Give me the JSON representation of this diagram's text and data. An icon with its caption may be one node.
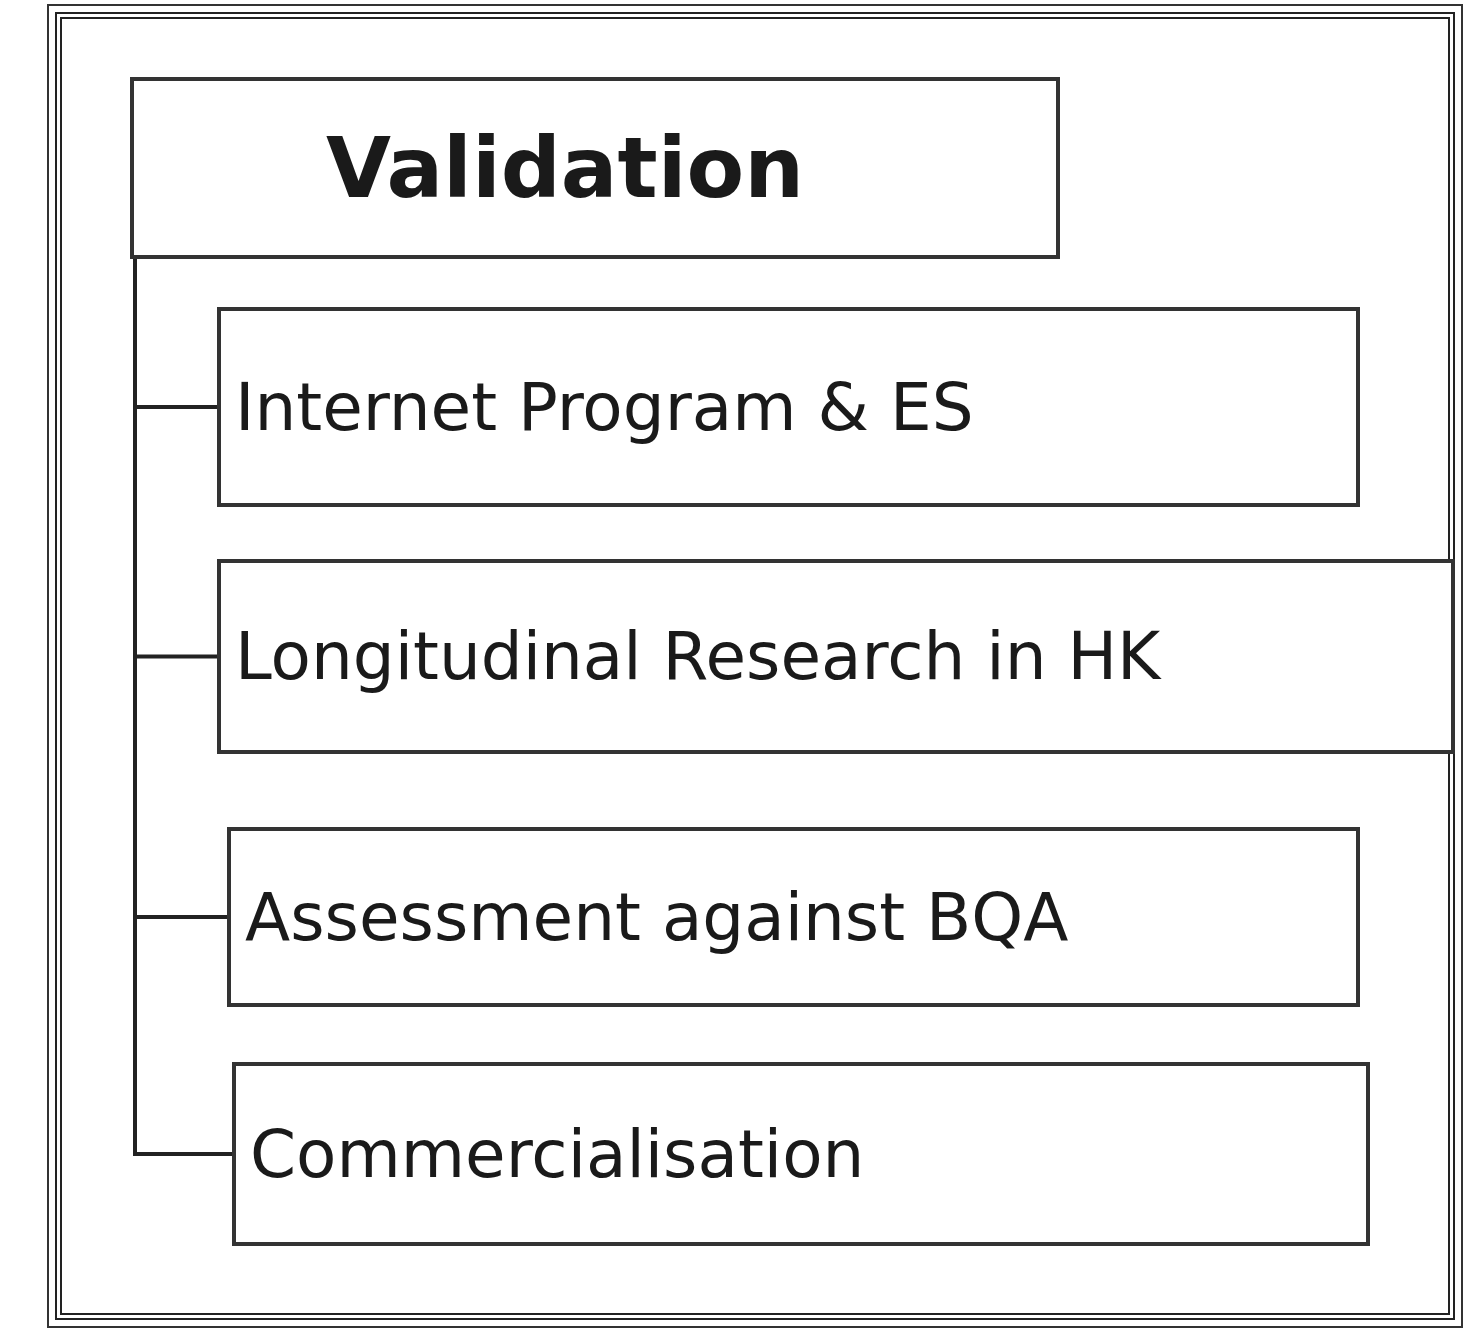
{
  "diagram": {
    "nodes": [
      {
        "text": [],
        "shape": "box"
      },
      {
        "text": [
          "Validation"
        ],
        "in": 0
      },
      {
        "text": [
          "Internet Program & ES"
        ],
        "in": 0
      },
      {
        "text": [
          "Longitudinal Research in HK"
        ],
        "in": 0
      },
      {
        "text": [
          "Assessment against BQA"
        ],
        "in": 0
      },
      {
        "text": [
          "Commercialisation"
        ],
        "in": 0
      }
    ],
    "edges": [
      {
        "from": 1,
        "to": 2,
        "arrow": "none"
      },
      {
        "from": 1,
        "to": 3,
        "arrow": "none"
      },
      {
        "from": 1,
        "to": 4,
        "arrow": "none"
      },
      {
        "from": 1,
        "to": 5,
        "arrow": "none"
      }
    ]
  }
}
